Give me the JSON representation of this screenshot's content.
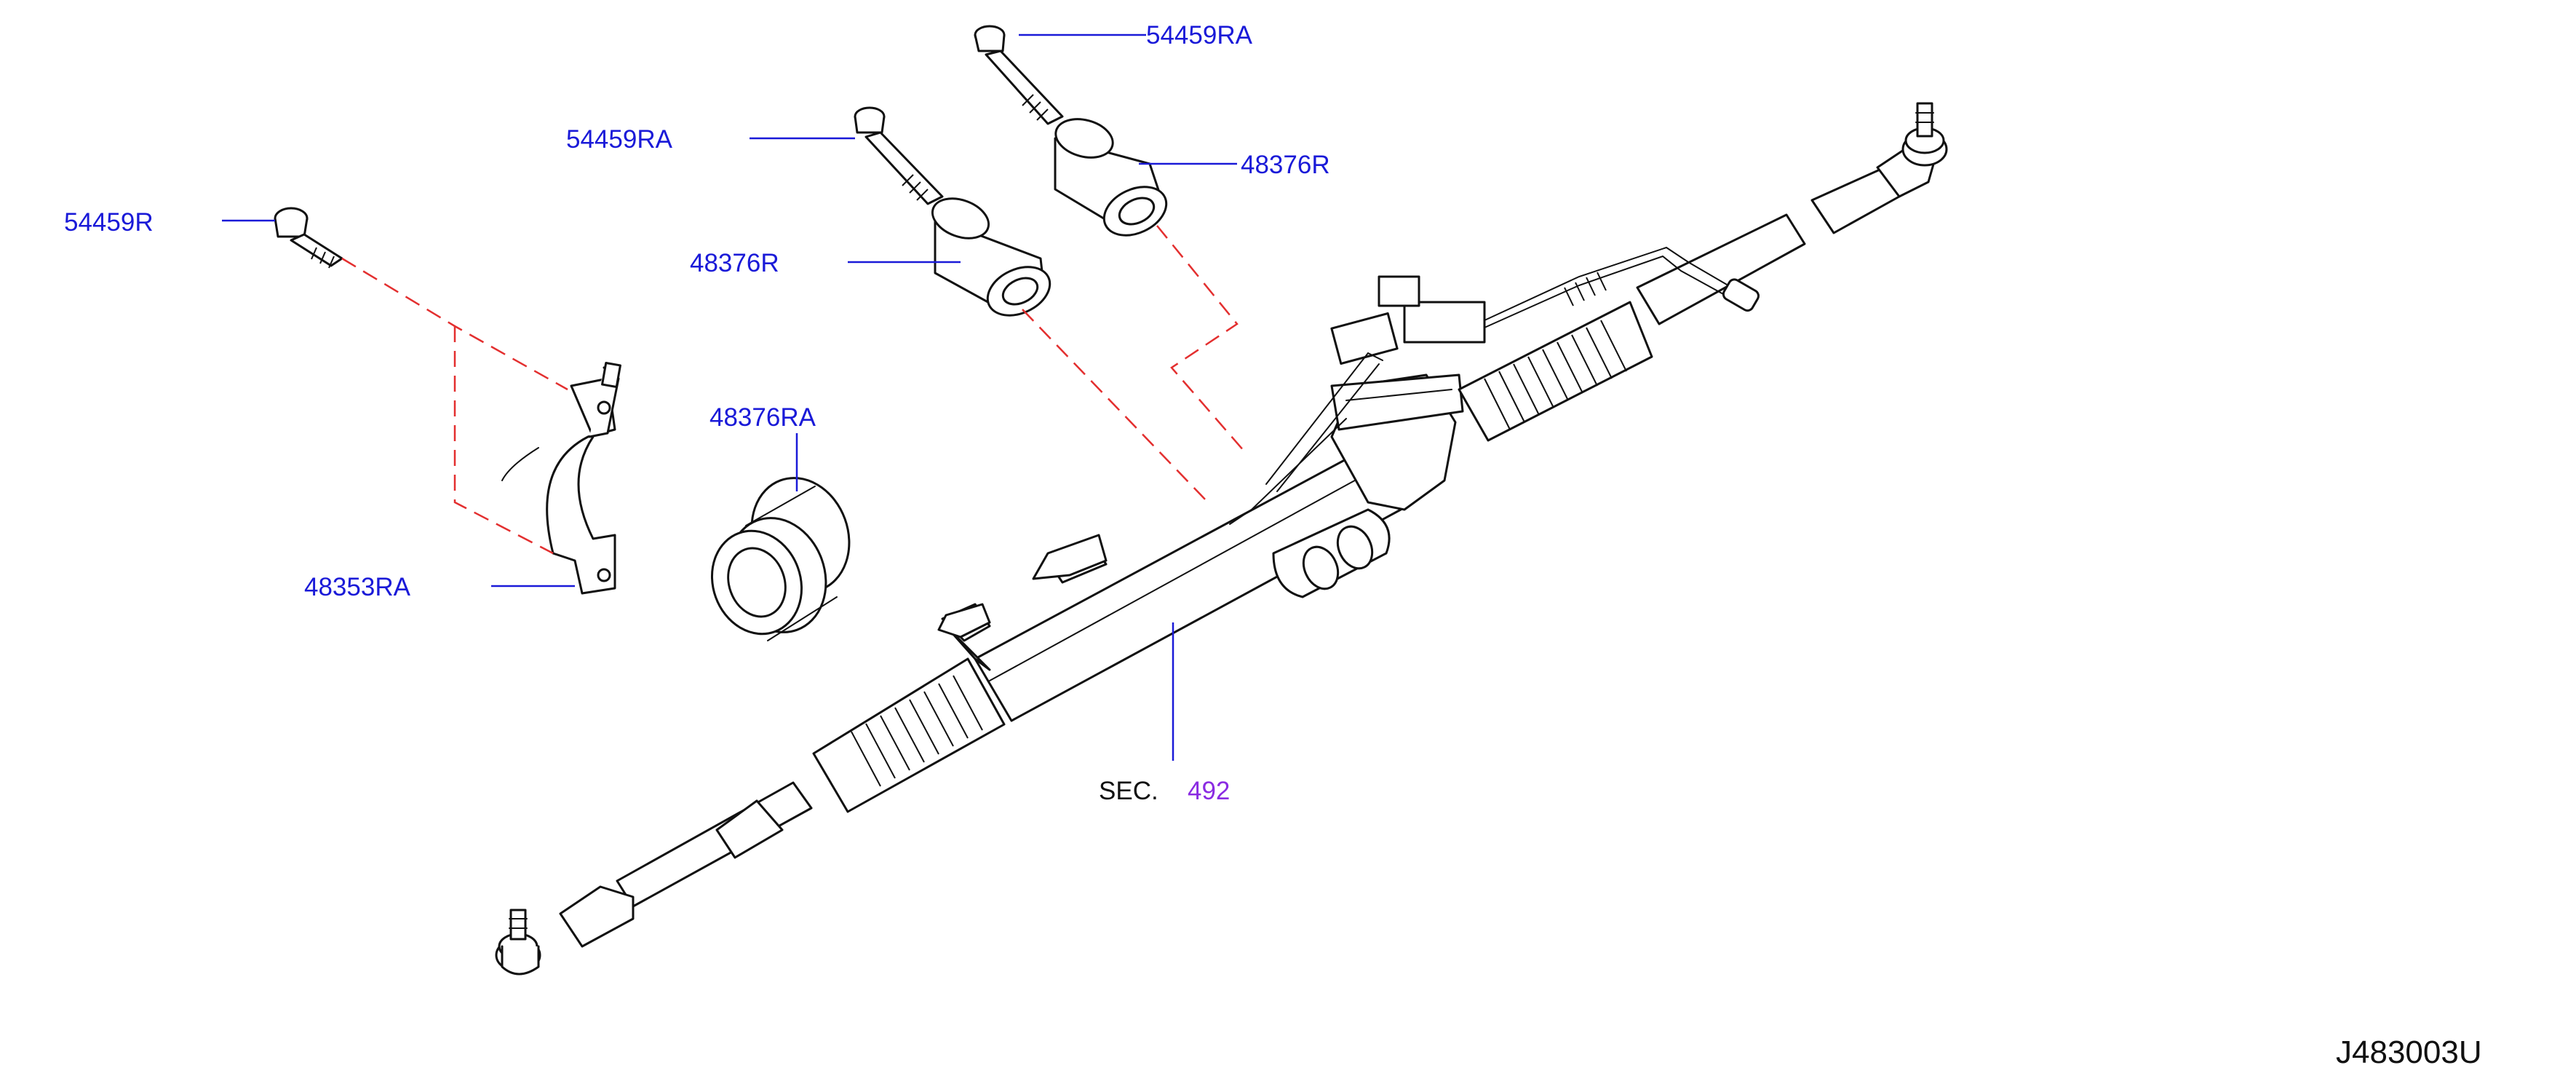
{
  "diagram": {
    "id": "J483003U",
    "section": {
      "prefix": "SEC.",
      "number": "492"
    },
    "callouts": [
      {
        "code": "54459RA"
      },
      {
        "code": "54459RA"
      },
      {
        "code": "54459R"
      },
      {
        "code": "48376R"
      },
      {
        "code": "48376R"
      },
      {
        "code": "48376RA"
      },
      {
        "code": "48353RA"
      }
    ]
  },
  "colors": {
    "part_label": "#1a1ad8",
    "section_link": "#8a2be2",
    "assembly_dash": "#e32f2f",
    "drawing_line": "#111111"
  }
}
